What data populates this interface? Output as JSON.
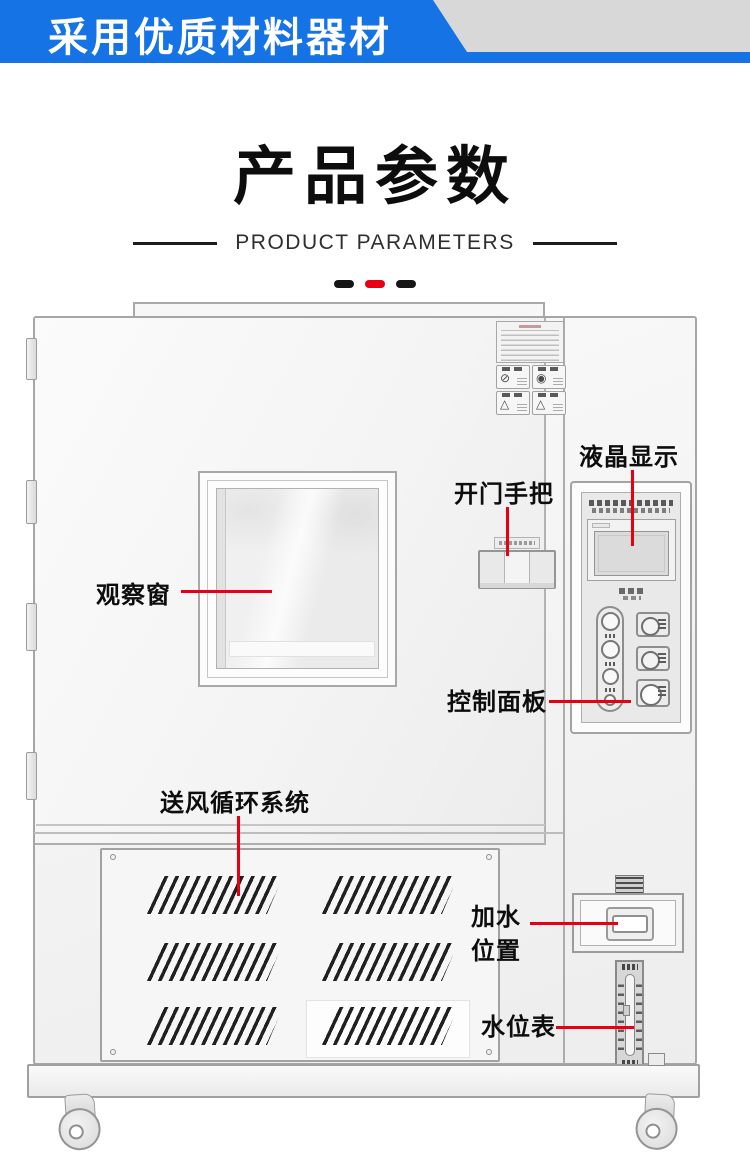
{
  "banner": {
    "title": "采用优质材料器材"
  },
  "header": {
    "title": "产品参数",
    "subtitle": "PRODUCT PARAMETERS"
  },
  "colors": {
    "accent_blue": "#1673e6",
    "accent_red": "#e60012"
  },
  "callouts": {
    "lcd_display": "液晶显示",
    "door_handle": "开门手把",
    "observation_window": "观察窗",
    "control_panel": "控制面板",
    "air_circulation": "送风循环系统",
    "water_fill": "加水\n位置",
    "water_gauge": "水位表"
  },
  "icons": {
    "prohibition": "⊘",
    "attention": "◉",
    "warning": "△"
  }
}
